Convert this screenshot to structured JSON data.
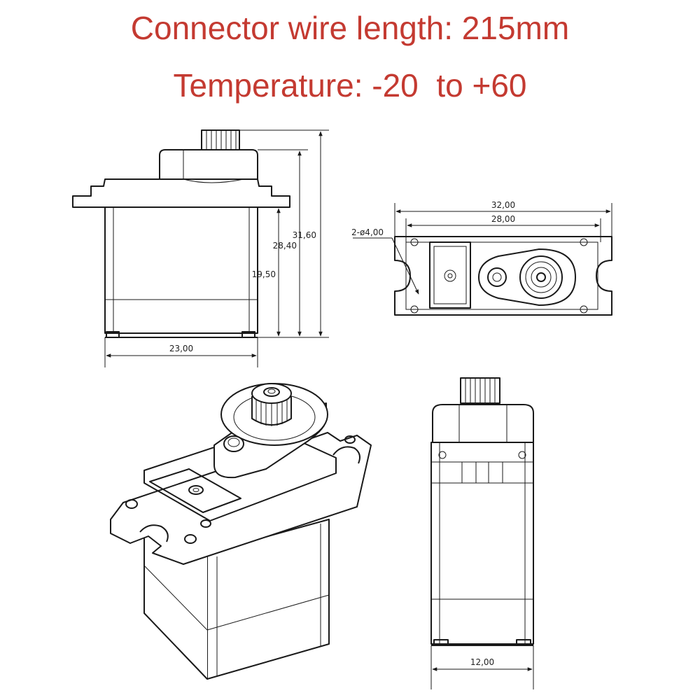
{
  "specs": {
    "wire_length": "Connector wire length: 215mm",
    "temperature": "Temperature: -20  to +60"
  },
  "dimensions": {
    "front_width": "23,00",
    "front_total_height": "31,60",
    "front_flange_height": "28,40",
    "front_body_height": "19,50",
    "top_overall_length": "32,00",
    "top_hole_spacing": "28,00",
    "top_hole_callout": "2-ø4,00",
    "side_width": "12,00"
  },
  "colors": {
    "spec_text": "#c43a31",
    "line": "#1a1a1a",
    "background": "#ffffff"
  }
}
